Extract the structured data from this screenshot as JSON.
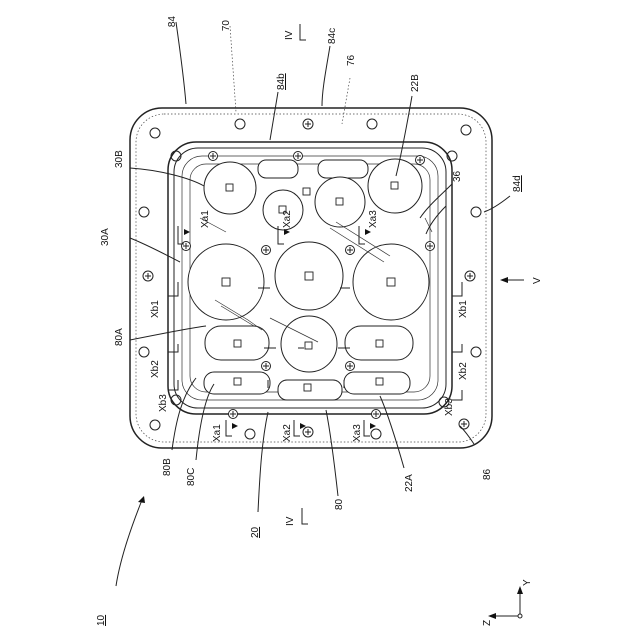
{
  "figure": {
    "ref_10": "10",
    "ref_20": "20",
    "ref_22A": "22A",
    "ref_22B": "22B",
    "ref_30A": "30A",
    "ref_30B": "30B",
    "ref_36": "36",
    "ref_70": "70",
    "ref_76": "76",
    "ref_80": "80",
    "ref_80A": "80A",
    "ref_80B": "80B",
    "ref_80C": "80C",
    "ref_84": "84",
    "ref_84b": "84b",
    "ref_84c": "84c",
    "ref_84d": "84d",
    "ref_86": "86"
  },
  "section_marks": {
    "iv": "IV",
    "v": "V",
    "xa1": "Xa1",
    "xa2": "Xa2",
    "xa3": "Xa3",
    "xb1": "Xb1",
    "xb2": "Xb2",
    "xb3": "Xb3"
  },
  "axes": {
    "y": "Y",
    "z": "Z"
  }
}
